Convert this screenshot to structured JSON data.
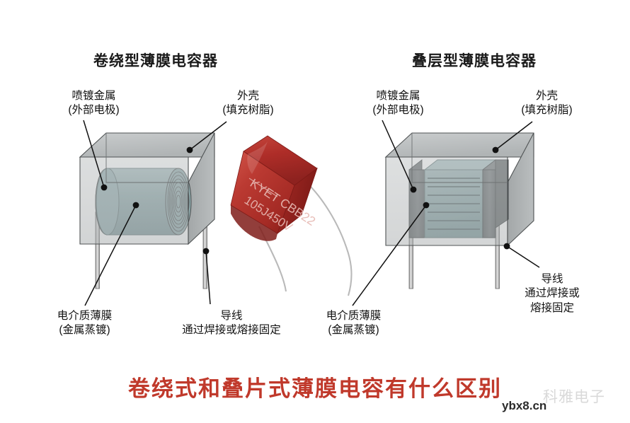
{
  "figure": {
    "left_diagram": {
      "title": "卷绕型薄膜电容器",
      "labels": {
        "sprayed_metal": "喷镀金属",
        "sprayed_metal_sub": "(外部电极)",
        "case": "外壳",
        "case_sub": "(填充树脂)",
        "dielectric_film": "电介质薄膜",
        "dielectric_film_sub": "(金属蒸镀)",
        "lead_wire": "导线",
        "lead_wire_sub": "通过焊接或熔接固定"
      }
    },
    "right_diagram": {
      "title": "叠层型薄膜电容器",
      "labels": {
        "sprayed_metal": "喷镀金属",
        "sprayed_metal_sub": "(外部电极)",
        "case": "外壳",
        "case_sub": "(填充树脂)",
        "dielectric_film": "电介质薄膜",
        "dielectric_film_sub": "(金属蒸镀)",
        "lead_wire": "导线",
        "lead_wire_sub1": "通过焊接或",
        "lead_wire_sub2": "熔接固定"
      }
    },
    "center_photo": {
      "brand_text": "KYET CBB22",
      "spec_text": "105J450V"
    },
    "caption": "卷绕式和叠片式薄膜电容有什么区别",
    "watermarks": {
      "site": "ybx8.cn",
      "company": "科雅电子"
    },
    "colors": {
      "caption_red": "#c0392b",
      "capacitor_red": "#b5302c",
      "resin_gray": "#b9bcbd",
      "film_teal": "#8fa9ab",
      "electrode_dark": "#6f7475",
      "lead_gray": "#9a9a9a"
    }
  }
}
